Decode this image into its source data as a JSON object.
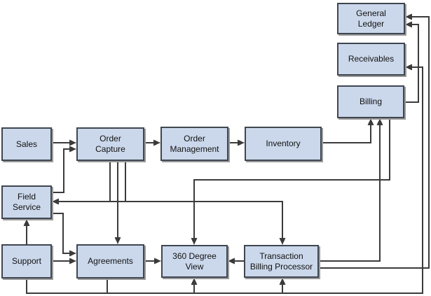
{
  "diagram": {
    "nodes": [
      {
        "id": "general-ledger",
        "label": "General\nLedger"
      },
      {
        "id": "receivables",
        "label": "Receivables"
      },
      {
        "id": "billing",
        "label": "Billing"
      },
      {
        "id": "sales",
        "label": "Sales"
      },
      {
        "id": "order-capture",
        "label": "Order\nCapture"
      },
      {
        "id": "order-management",
        "label": "Order\nManagement"
      },
      {
        "id": "inventory",
        "label": "Inventory"
      },
      {
        "id": "field-service",
        "label": "Field\nService"
      },
      {
        "id": "support",
        "label": "Support"
      },
      {
        "id": "agreements",
        "label": "Agreements"
      },
      {
        "id": "360-degree-view",
        "label": "360 Degree\nView"
      },
      {
        "id": "transaction-billing-processor",
        "label": "Transaction\nBilling Processor"
      }
    ],
    "edges": [
      {
        "from": "sales",
        "to": "order-capture"
      },
      {
        "from": "order-capture",
        "to": "order-management"
      },
      {
        "from": "order-management",
        "to": "inventory"
      },
      {
        "from": "inventory",
        "to": "billing"
      },
      {
        "from": "order-capture",
        "to": "field-service"
      },
      {
        "from": "order-capture",
        "to": "agreements"
      },
      {
        "from": "order-capture",
        "to": "transaction-billing-processor"
      },
      {
        "from": "field-service",
        "to": "order-capture"
      },
      {
        "from": "field-service",
        "to": "agreements"
      },
      {
        "from": "support",
        "to": "field-service"
      },
      {
        "from": "support",
        "to": "agreements"
      },
      {
        "from": "agreements",
        "to": "360-degree-view"
      },
      {
        "from": "transaction-billing-processor",
        "to": "360-degree-view"
      },
      {
        "from": "transaction-billing-processor",
        "to": "billing"
      },
      {
        "from": "transaction-billing-processor",
        "to": "general-ledger"
      },
      {
        "from": "billing",
        "to": "general-ledger"
      },
      {
        "from": "billing",
        "to": "360-degree-view"
      },
      {
        "from": "support, agreements",
        "to": "360-degree-view, transaction-billing-processor, receivables",
        "via": "bottom bus"
      }
    ],
    "colors": {
      "node_fill": "#cbd8eb",
      "node_border": "#3f4650",
      "line": "#3b3b3b",
      "shadow": "#9a9a9a"
    }
  }
}
